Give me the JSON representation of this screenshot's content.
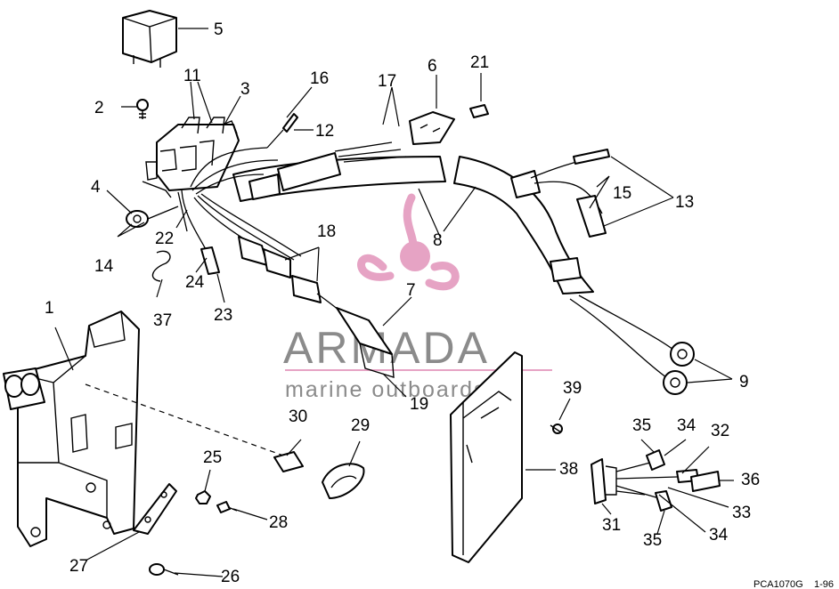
{
  "watermark": {
    "title": "ARMADA",
    "subtitle": "marine outboards",
    "logo_icon": "propeller-icon",
    "logo_color": "#e6a3c4",
    "text_color": "#8b8b8b"
  },
  "drawing_code": "PCA1070G",
  "drawing_date": "1-96",
  "callouts": {
    "c1": "1",
    "c2": "2",
    "c3": "3",
    "c4": "4",
    "c5": "5",
    "c6": "6",
    "c7": "7",
    "c8": "8",
    "c9": "9",
    "c11": "11",
    "c12": "12",
    "c13": "13",
    "c14": "14",
    "c15": "15",
    "c16": "16",
    "c17": "17",
    "c18": "18",
    "c19": "19",
    "c21": "21",
    "c22": "22",
    "c23": "23",
    "c24": "24",
    "c25": "25",
    "c26": "26",
    "c27": "27",
    "c28": "28",
    "c29": "29",
    "c30": "30",
    "c31": "31",
    "c32": "32",
    "c33": "33",
    "c34a": "34",
    "c34b": "34",
    "c35a": "35",
    "c35b": "35",
    "c36": "36",
    "c37": "37",
    "c38": "38",
    "c39": "39"
  }
}
